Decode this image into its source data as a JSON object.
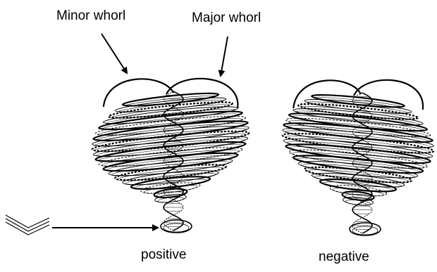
{
  "labels": {
    "minor_whorl": "Minor whorl",
    "major_whorl": "Major whorl",
    "positive": "positive",
    "negative": "negative"
  },
  "colors": {
    "ink": "#000000",
    "background": "#ffffff"
  },
  "figures": [
    {
      "id": "positive",
      "coil_turns": 20
    },
    {
      "id": "negative",
      "coil_turns": 20
    }
  ]
}
